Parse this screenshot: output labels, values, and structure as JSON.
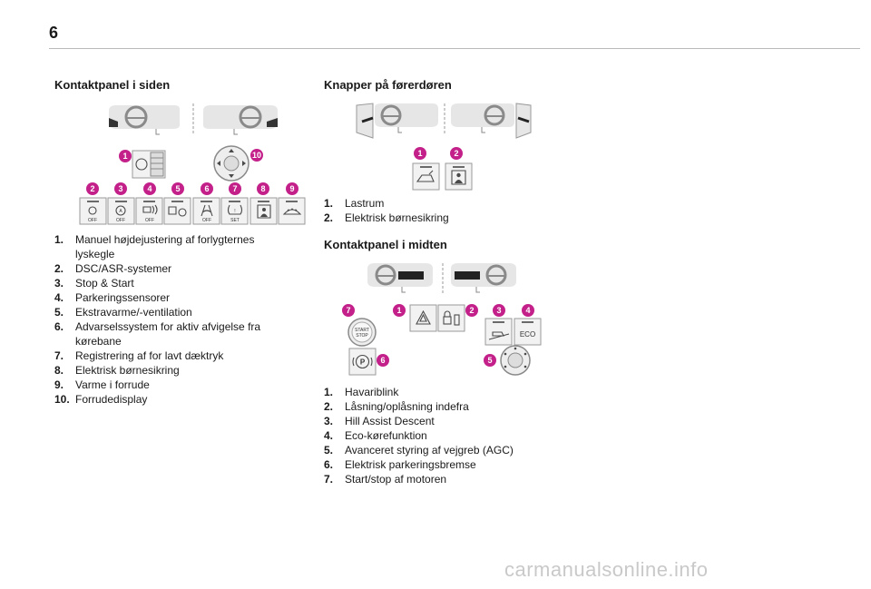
{
  "page_number": "6",
  "left": {
    "heading": "Kontaktpanel i siden",
    "figure_callouts": [
      "1",
      "10",
      "2",
      "3",
      "4",
      "5",
      "6",
      "7",
      "8",
      "9"
    ],
    "button_texts": [
      "OFF",
      "OFF",
      "OFF",
      "OFF",
      "SET"
    ],
    "items": [
      {
        "num": "1.",
        "text": "Manuel højdejustering af forlygternes lyskegle"
      },
      {
        "num": "2.",
        "text": "DSC/ASR-systemer"
      },
      {
        "num": "3.",
        "text": "Stop & Start"
      },
      {
        "num": "4.",
        "text": "Parkeringssensorer"
      },
      {
        "num": "5.",
        "text": "Ekstravarme/-ventilation"
      },
      {
        "num": "6.",
        "text": "Advarselssystem for aktiv afvigelse fra kørebane"
      },
      {
        "num": "7.",
        "text": "Registrering af for lavt dæktryk"
      },
      {
        "num": "8.",
        "text": "Elektrisk børnesikring"
      },
      {
        "num": "9.",
        "text": "Varme i forrude"
      },
      {
        "num": "10.",
        "text": "Forrudedisplay"
      }
    ]
  },
  "right_top": {
    "heading": "Knapper på førerdøren",
    "figure_callouts": [
      "1",
      "2"
    ],
    "items": [
      {
        "num": "1.",
        "text": "Lastrum"
      },
      {
        "num": "2.",
        "text": "Elektrisk børnesikring"
      }
    ]
  },
  "right_bottom": {
    "heading": "Kontaktpanel i midten",
    "figure_callouts": [
      "7",
      "1",
      "2",
      "3",
      "4",
      "6",
      "5"
    ],
    "button_texts": [
      "START",
      "STOP",
      "ECO",
      "P"
    ],
    "items": [
      {
        "num": "1.",
        "text": "Havariblink"
      },
      {
        "num": "2.",
        "text": "Låsning/oplåsning indefra"
      },
      {
        "num": "3.",
        "text": "Hill Assist Descent"
      },
      {
        "num": "4.",
        "text": "Eco-kørefunktion"
      },
      {
        "num": "5.",
        "text": "Avanceret styring af vejgreb (AGC)"
      },
      {
        "num": "6.",
        "text": "Elektrisk parkeringsbremse"
      },
      {
        "num": "7.",
        "text": "Start/stop af motoren"
      }
    ]
  },
  "watermark": "carmanualsonline.info",
  "colors": {
    "callout": "#c3208a",
    "rule": "#b9b9b9",
    "text": "#1a1a1a"
  }
}
